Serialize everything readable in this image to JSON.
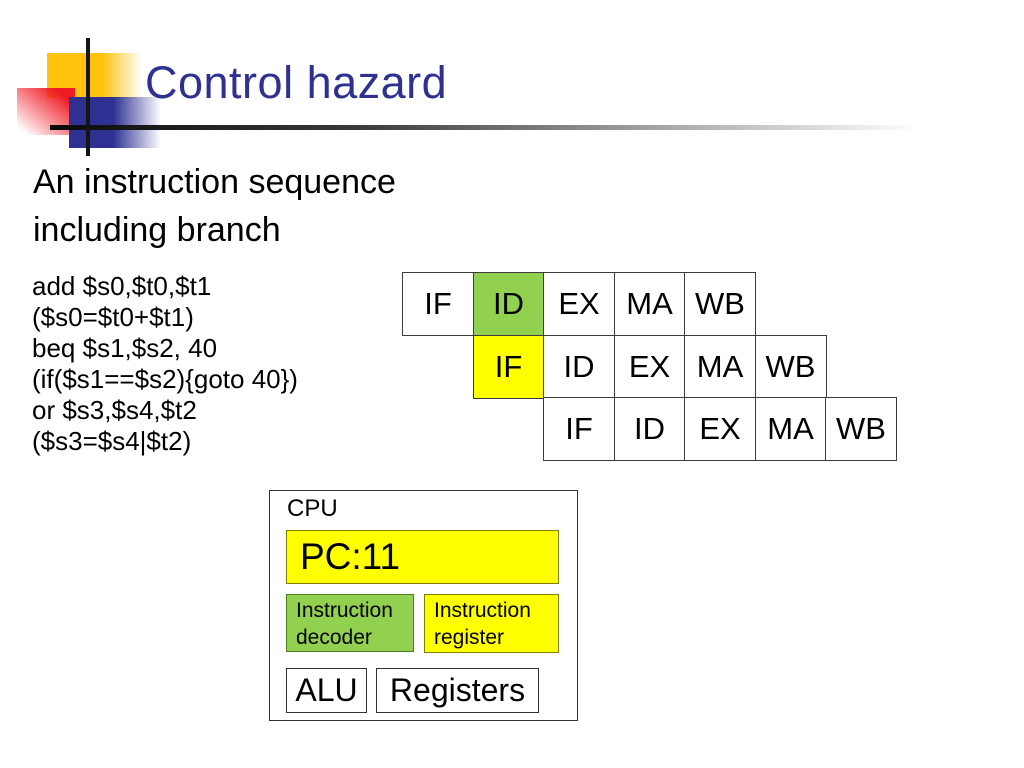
{
  "slide": {
    "title": "Control hazard",
    "subtitle_line1": "An instruction sequence",
    "subtitle_line2": "including branch",
    "code_lines": [
      "add $s0,$t0,$t1",
      "($s0=$t0+$t1)",
      "beq $s1,$s2, 40",
      "(if($s1==$s2){goto 40})",
      "or $s3,$s4,$t2",
      "($s3=$s4|$t2)"
    ]
  },
  "pipeline": {
    "stages": [
      "IF",
      "ID",
      "EX",
      "MA",
      "WB"
    ],
    "rows": [
      {
        "cells": [
          {
            "label": "IF",
            "bg": "#ffffff"
          },
          {
            "label": "ID",
            "bg": "#92d050"
          },
          {
            "label": "EX",
            "bg": "#ffffff"
          },
          {
            "label": "MA",
            "bg": "#ffffff"
          },
          {
            "label": "WB",
            "bg": "#ffffff"
          }
        ]
      },
      {
        "cells": [
          {
            "label": "IF",
            "bg": "#ffff00"
          },
          {
            "label": "ID",
            "bg": "#ffffff"
          },
          {
            "label": "EX",
            "bg": "#ffffff"
          },
          {
            "label": "MA",
            "bg": "#ffffff"
          },
          {
            "label": "WB",
            "bg": "#ffffff"
          }
        ]
      },
      {
        "cells": [
          {
            "label": "IF",
            "bg": "#ffffff"
          },
          {
            "label": "ID",
            "bg": "#ffffff"
          },
          {
            "label": "EX",
            "bg": "#ffffff"
          },
          {
            "label": "MA",
            "bg": "#ffffff"
          },
          {
            "label": "WB",
            "bg": "#ffffff"
          }
        ]
      }
    ]
  },
  "cpu": {
    "box_label": "CPU",
    "pc_label": "PC:11",
    "decoder_line1": "Instruction",
    "decoder_line2": "decoder",
    "register_line1": "Instruction",
    "register_line2": "register",
    "alu_label": "ALU",
    "registers_label": "Registers"
  },
  "colors": {
    "title_text": "#2E3192",
    "highlight_green": "#92D050",
    "highlight_yellow": "#FFFF00",
    "logo_yellow": "#FFC20E",
    "logo_red": "#EE1C25",
    "logo_blue": "#2E3192"
  }
}
